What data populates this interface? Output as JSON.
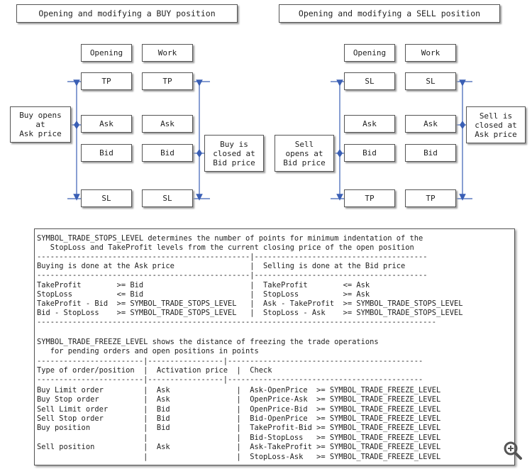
{
  "buy": {
    "title": "Opening and modifying a BUY position",
    "header_opening": "Opening",
    "header_work": "Work",
    "opening_levels": [
      "TP",
      "Ask",
      "Bid",
      "SL"
    ],
    "work_levels": [
      "TP",
      "Ask",
      "Bid",
      "SL"
    ],
    "note_open": "Buy opens\nat\nAsk price",
    "note_close": "Buy is\nclosed at\nBid price"
  },
  "sell": {
    "title": "Opening and modifying a SELL position",
    "header_opening": "Opening",
    "header_work": "Work",
    "opening_levels": [
      "SL",
      "Ask",
      "Bid",
      "TP"
    ],
    "work_levels": [
      "SL",
      "Ask",
      "Bid",
      "TP"
    ],
    "note_open": "Sell\nopens at\nBid price",
    "note_close": "Sell is\nclosed at\nAsk price"
  },
  "tables": {
    "lines": [
      "SYMBOL_TRADE_STOPS_LEVEL determines the number of points for minimum indentation of the",
      "   StopLoss and TakeProfit levels from the current closing price of the open position",
      "------------------------------------------------|---------------------------------------",
      "Buying is done at the Ask price                 |  Selling is done at the Bid price",
      "------------------------------------------------|---------------------------------------",
      "TakeProfit        >= Bid                        |  TakeProfit        <= Ask",
      "StopLoss          <= Bid                        |  StopLoss          >= Ask",
      "TakeProfit - Bid  >= SYMBOL_TRADE_STOPS_LEVEL   |  Ask - TakeProfit  >= SYMBOL_TRADE_STOPS_LEVEL",
      "Bid - StopLoss    >= SYMBOL_TRADE_STOPS_LEVEL   |  StopLoss - Ask    >= SYMBOL_TRADE_STOPS_LEVEL",
      "------------------------------------------------------------------------------------------",
      "",
      "SYMBOL_TRADE_FREEZE_LEVEL shows the distance of freezing the trade operations",
      "   for pending orders and open positions in points",
      "------------------------|-----------------|--------------------------------------------",
      "Type of order/position  |  Activation price  |  Check",
      "------------------------|-----------------|--------------------------------------------",
      "Buy Limit order         |  Ask               |  Ask-OpenPrice  >= SYMBOL_TRADE_FREEZE_LEVEL",
      "Buy Stop order          |  Ask               |  OpenPrice-Ask  >= SYMBOL_TRADE_FREEZE_LEVEL",
      "Sell Limit order        |  Bid               |  OpenPrice-Bid  >= SYMBOL_TRADE_FREEZE_LEVEL",
      "Sell Stop order         |  Bid               |  Bid-OpenPrice  >= SYMBOL_TRADE_FREEZE_LEVEL",
      "Buy position            |  Bid               |  TakeProfit-Bid >= SYMBOL_TRADE_FREEZE_LEVEL",
      "                        |                    |  Bid-StopLoss   >= SYMBOL_TRADE_FREEZE_LEVEL",
      "Sell position           |  Ask               |  Ask-TakeProfit >= SYMBOL_TRADE_FREEZE_LEVEL",
      "                        |                    |  StopLoss-Ask   >= SYMBOL_TRADE_FREEZE_LEVEL"
    ]
  },
  "icons": {
    "zoom": "zoom-in-icon"
  },
  "colors": {
    "arrow": "#3a5fb5",
    "border": "#555555"
  }
}
